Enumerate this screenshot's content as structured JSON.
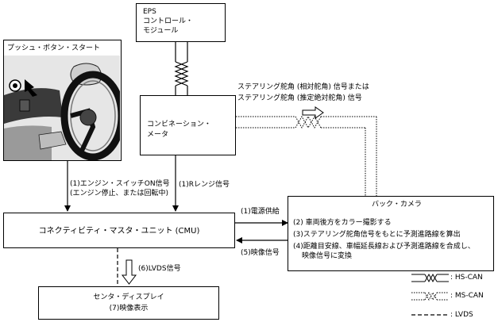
{
  "boxes": {
    "eps": [
      "EPS",
      "コントロール・",
      "モジュール"
    ],
    "push_start": "プッシュ・ボタン・スタート",
    "combination_meter": [
      "コンビネーション・",
      "メータ"
    ],
    "back_camera": "バック・カメラ",
    "cmu": "コネクティビティ・マスタ・ユニット (CMU)",
    "center_display": "センタ・ディスプレイ",
    "center_display_sub": "(7)映像表示"
  },
  "signals": {
    "steering_angle": [
      "ステアリング舵角 (相対舵角) 信号または",
      "ステアリング舵角 (推定絶対舵角) 信号"
    ],
    "engine_switch": [
      "(1)エンジン・スイッチON信号",
      "(エンジン停止、または回転中)"
    ],
    "r_range": "(1)Rレンジ信号",
    "power_supply": "(1)電源供給",
    "video_signal": "(5)映像信号",
    "lvds_signal": "(6)LVDS信号"
  },
  "camera_steps": [
    "(2) 車両後方をカラー撮影する",
    "(3)ステアリング舵角信号をもとに予測進路線を算出",
    "(4)距離目安線、車幅延長線および予測進路線を合成し、",
    "映像信号に変換"
  ],
  "legend": {
    "hs_can": ": HS-CAN",
    "ms_can": ": MS-CAN",
    "lvds": ": LVDS"
  }
}
